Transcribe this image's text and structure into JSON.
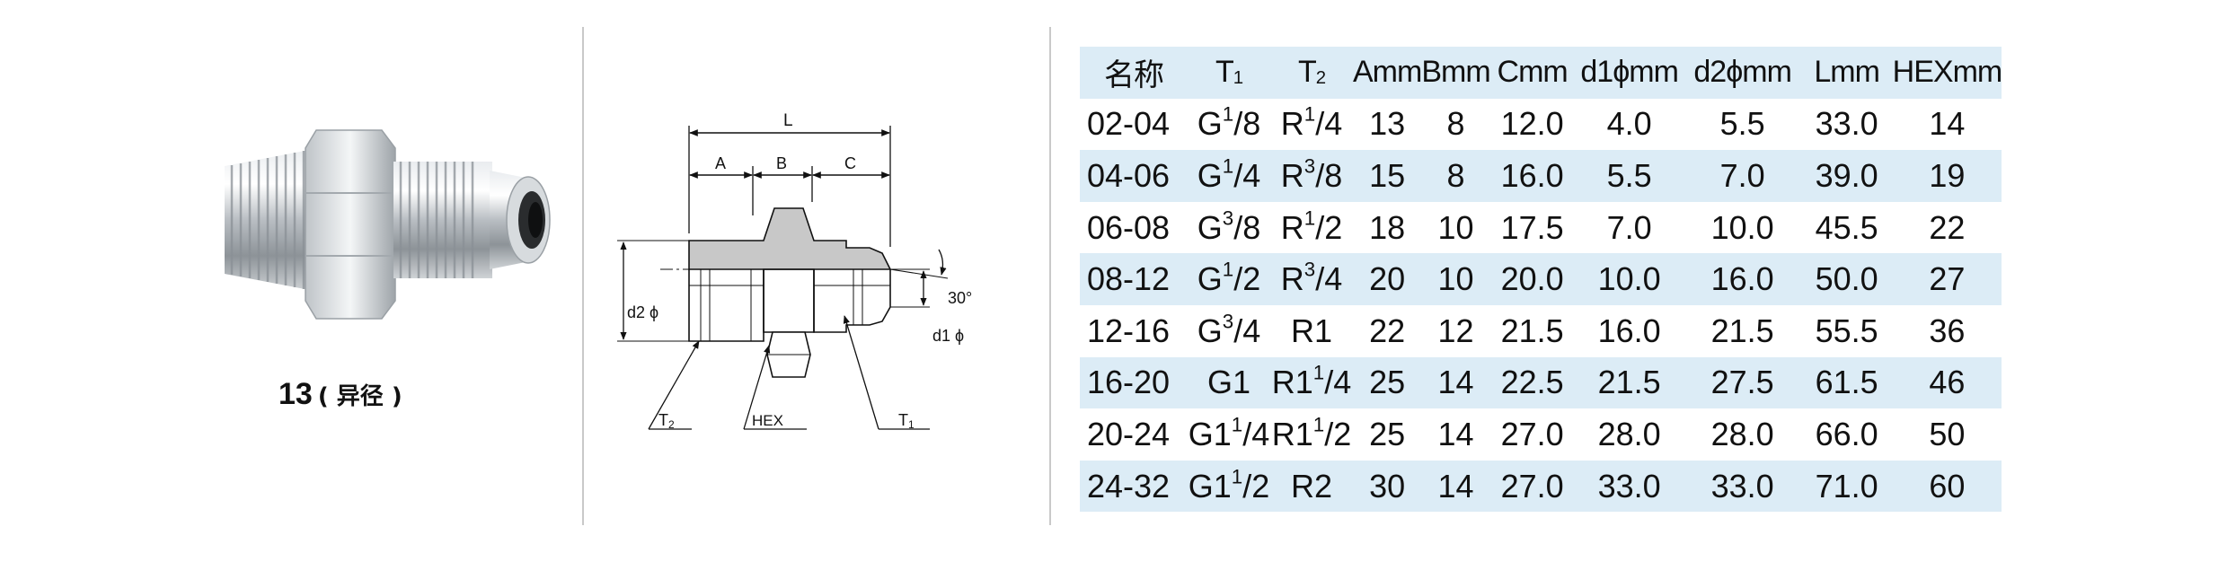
{
  "product": {
    "number": "13",
    "name": "( 异径 )"
  },
  "drawing": {
    "labels": {
      "L": "L",
      "A": "A",
      "B": "B",
      "C": "C",
      "d2": "d2 ϕ",
      "d1": "d1 ϕ",
      "angle": "30°",
      "T2": "T",
      "T2_sub": "2",
      "HEX": "HEX",
      "T1": "T",
      "T1_sub": "1"
    }
  },
  "table": {
    "headers": {
      "name": "名称",
      "t1": "T",
      "t1_sub": "1",
      "t2": "T",
      "t2_sub": "2",
      "a": "Amm",
      "b": "Bmm",
      "c": "Cmm",
      "d1": "d1ϕmm",
      "d2": "d2ϕmm",
      "l": "Lmm",
      "hex": "HEXmm"
    },
    "rows": [
      {
        "name": "02-04",
        "t1_pre": "G",
        "t1_sup": "1",
        "t1_post": "/8",
        "t2_pre": "R",
        "t2_sup": "1",
        "t2_post": "/4",
        "a": "13",
        "b": "8",
        "c": "12.0",
        "d1": "4.0",
        "d2": "5.5",
        "l": "33.0",
        "hex": "14"
      },
      {
        "name": "04-06",
        "t1_pre": "G",
        "t1_sup": "1",
        "t1_post": "/4",
        "t2_pre": "R",
        "t2_sup": "3",
        "t2_post": "/8",
        "a": "15",
        "b": "8",
        "c": "16.0",
        "d1": "5.5",
        "d2": "7.0",
        "l": "39.0",
        "hex": "19"
      },
      {
        "name": "06-08",
        "t1_pre": "G",
        "t1_sup": "3",
        "t1_post": "/8",
        "t2_pre": "R",
        "t2_sup": "1",
        "t2_post": "/2",
        "a": "18",
        "b": "10",
        "c": "17.5",
        "d1": "7.0",
        "d2": "10.0",
        "l": "45.5",
        "hex": "22"
      },
      {
        "name": "08-12",
        "t1_pre": "G",
        "t1_sup": "1",
        "t1_post": "/2",
        "t2_pre": "R",
        "t2_sup": "3",
        "t2_post": "/4",
        "a": "20",
        "b": "10",
        "c": "20.0",
        "d1": "10.0",
        "d2": "16.0",
        "l": "50.0",
        "hex": "27"
      },
      {
        "name": "12-16",
        "t1_pre": "G",
        "t1_sup": "3",
        "t1_post": "/4",
        "t2_pre": "R1",
        "t2_sup": "",
        "t2_post": "",
        "a": "22",
        "b": "12",
        "c": "21.5",
        "d1": "16.0",
        "d2": "21.5",
        "l": "55.5",
        "hex": "36"
      },
      {
        "name": "16-20",
        "t1_pre": "G1",
        "t1_sup": "",
        "t1_post": "",
        "t2_pre": "R1",
        "t2_sup": "1",
        "t2_post": "/4",
        "a": "25",
        "b": "14",
        "c": "22.5",
        "d1": "21.5",
        "d2": "27.5",
        "l": "61.5",
        "hex": "46"
      },
      {
        "name": "20-24",
        "t1_pre": "G1",
        "t1_sup": "1",
        "t1_post": "/4",
        "t2_pre": "R1",
        "t2_sup": "1",
        "t2_post": "/2",
        "a": "25",
        "b": "14",
        "c": "27.0",
        "d1": "28.0",
        "d2": "28.0",
        "l": "66.0",
        "hex": "50"
      },
      {
        "name": "24-32",
        "t1_pre": "G1",
        "t1_sup": "1",
        "t1_post": "/2",
        "t2_pre": "R2",
        "t2_sup": "",
        "t2_post": "",
        "a": "30",
        "b": "14",
        "c": "27.0",
        "d1": "33.0",
        "d2": "33.0",
        "l": "71.0",
        "hex": "60"
      }
    ]
  },
  "colors": {
    "row_shade": "#dcecf6",
    "divider": "#c9c9c9",
    "drawing_fill": "#c8c8c8"
  }
}
